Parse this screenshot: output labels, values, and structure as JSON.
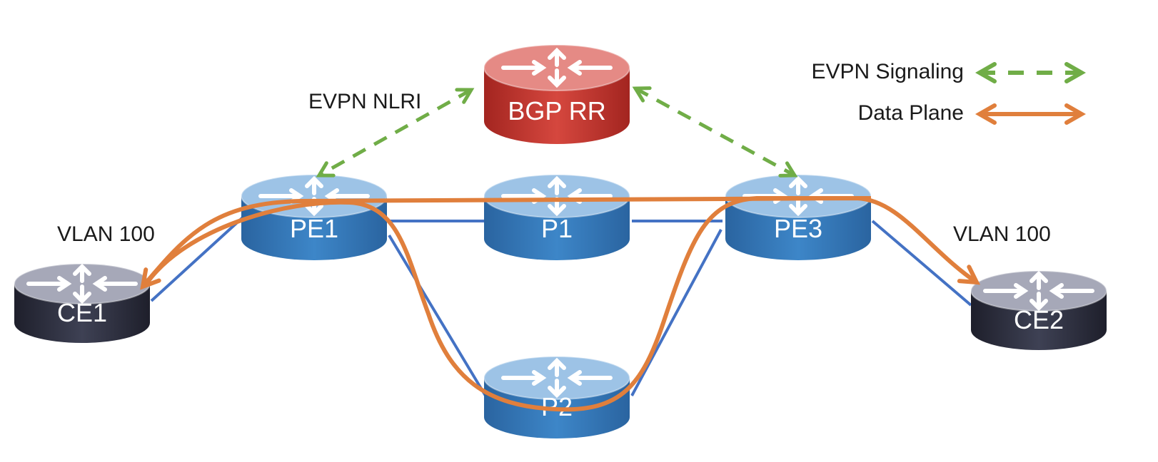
{
  "routers": {
    "bgp_rr": "BGP RR",
    "pe1": "PE1",
    "p1": "P1",
    "pe3": "PE3",
    "p2": "P2",
    "ce1": "CE1",
    "ce2": "CE2"
  },
  "labels": {
    "evpn_nlri": "EVPN NLRI",
    "vlan_left": "VLAN 100",
    "vlan_right": "VLAN 100"
  },
  "legend": {
    "signaling": "EVPN Signaling",
    "data_plane": "Data Plane"
  },
  "colors": {
    "signaling": "#70AD47",
    "data_plane": "#E07F3C",
    "link": "#4472C4",
    "router_blue": "#2E75B6",
    "router_red": "#C0302A",
    "router_dark": "#2A2B3A"
  }
}
